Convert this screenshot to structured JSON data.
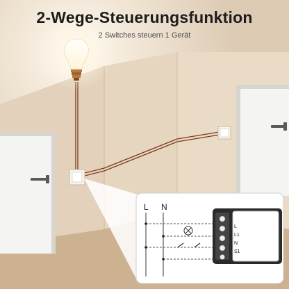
{
  "header": {
    "title": "2-Wege-Steuerungsfunktion",
    "subtitle": "2 Switches steuern 1 Gerät"
  },
  "diagram": {
    "input_labels": [
      "L",
      "N"
    ],
    "terminal_labels": [
      "L",
      "L1",
      "N",
      "S1"
    ]
  },
  "colors": {
    "wall_light": "#ecdfcd",
    "wall_side": "#ddc8ad",
    "floor": "#cdb292",
    "wire": "#7a3b1a",
    "door": "#f4f4f2",
    "accent_text": "#1c1c1c"
  }
}
